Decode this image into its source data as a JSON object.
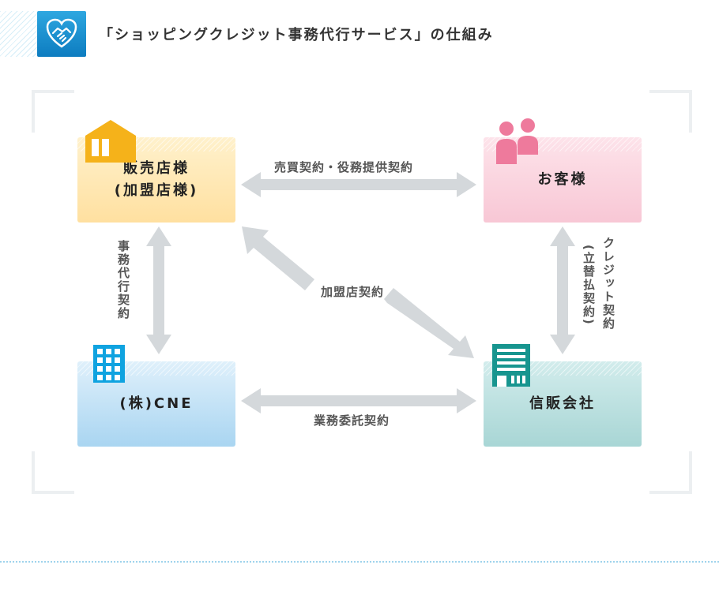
{
  "header": {
    "title": "「ショッピングクレジット事務代行サービス」の仕組み",
    "logo_icon": "handshake-heart-icon",
    "accent": "#1a8fd2"
  },
  "nodes": {
    "shop": {
      "line1": "販売店様",
      "line2": "(加盟店様)",
      "icon": "shop-icon",
      "color": "#ffe3a6"
    },
    "customer": {
      "label": "お客様",
      "icon": "people-icon",
      "color": "#f8cbd8"
    },
    "cne": {
      "label": "(株)CNE",
      "icon": "office-building-icon",
      "color": "#aed8f2"
    },
    "credit": {
      "label": "信販会社",
      "icon": "bank-building-icon",
      "color": "#acd8d7"
    }
  },
  "relations": {
    "shop_customer": "売買契約・役務提供契約",
    "credit_shop": "加盟店契約",
    "cne_credit": "業務委託契約",
    "shop_cne": "事務代行契約",
    "credit_customer": "クレジット契約",
    "credit_customer_note": "(立替払契約)"
  }
}
